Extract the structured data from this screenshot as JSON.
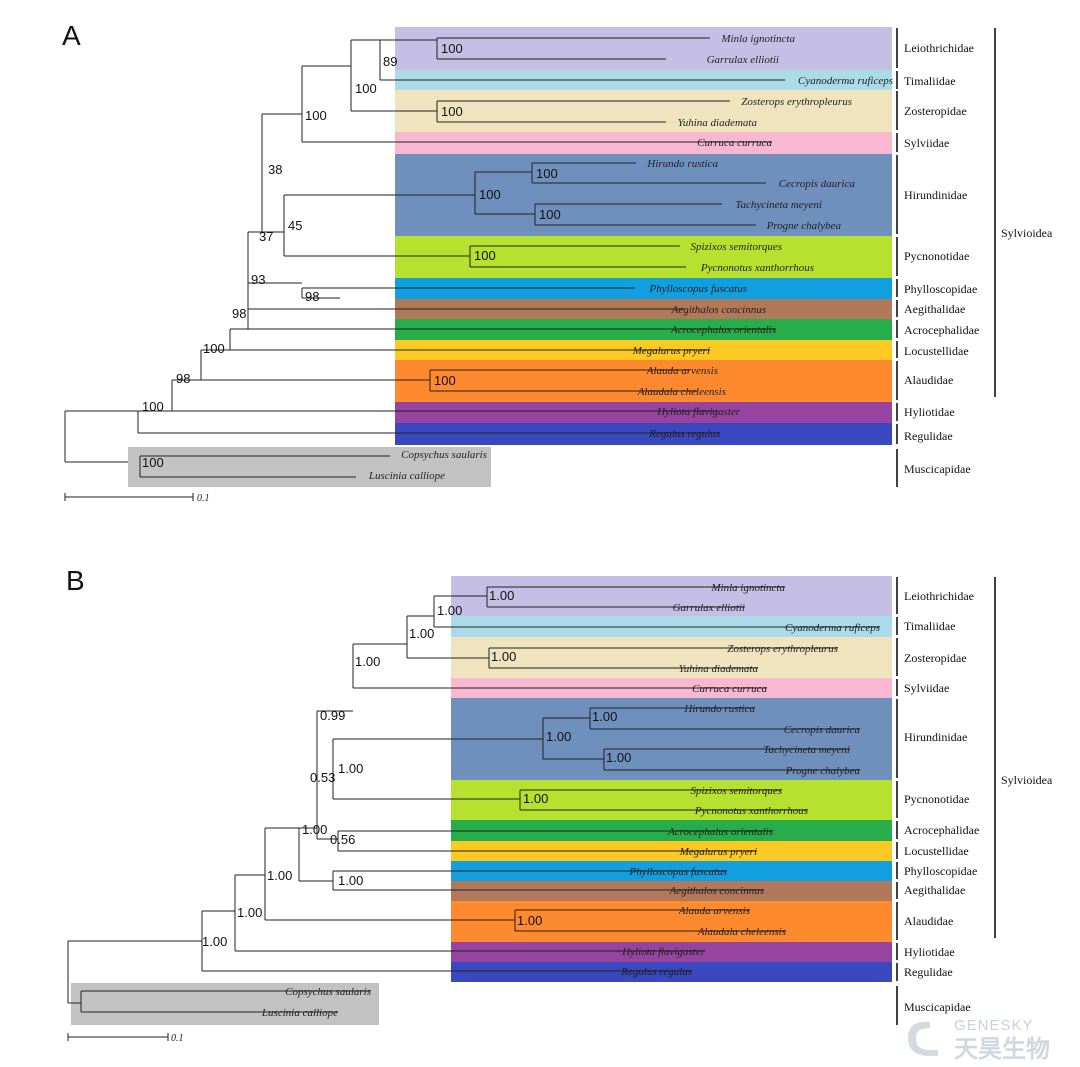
{
  "panels": [
    {
      "label": "A",
      "scale_label": "0.1",
      "superfamily": "Sylvioidea",
      "families": [
        "Leiothrichidae",
        "Timaliidae",
        "Zosteropidae",
        "Sylviidae",
        "Hirundinidae",
        "Pycnonotidae",
        "Phylloscopidae",
        "Aegithalidae",
        "Acrocephalidae",
        "Locustellidae",
        "Alaudidae",
        "Hyliotidae",
        "Regulidae",
        "Muscicapidae"
      ],
      "species": [
        "Minla ignotincta",
        "Garrulax elliotii",
        "Cyanoderma ruficeps",
        "Zosterops erythropleurus",
        "Yuhina diademata",
        "Curruca curruca",
        "Hirundo rustica",
        "Cecropis daurica",
        "Tachycineta meyeni",
        "Progne chalybea",
        "Spizixos semitorques",
        "Pycnonotus xanthorrhous",
        "Phylloscopus fuscatus",
        "Aegithalos concinnus",
        "Acrocephalus orientalis",
        "Megalurus pryeri",
        "Alauda arvensis",
        "Alaudala cheleensis",
        "Hyliota flavigaster",
        "Regulus regulus",
        "Copsychus saularis",
        "Luscinia calliope"
      ],
      "support": [
        "100",
        "89",
        "100",
        "100",
        "100",
        "38",
        "100",
        "100",
        "100",
        "45",
        "100",
        "37",
        "98",
        "93",
        "98",
        "100",
        "100",
        "98",
        "100",
        "100"
      ]
    },
    {
      "label": "B",
      "scale_label": "0.1",
      "superfamily": "Sylvioidea",
      "families": [
        "Leiothrichidae",
        "Timaliidae",
        "Zosteropidae",
        "Sylviidae",
        "Hirundinidae",
        "Pycnonotidae",
        "Acrocephalidae",
        "Locustellidae",
        "Phylloscopidae",
        "Aegithalidae",
        "Alaudidae",
        "Hyliotidae",
        "Regulidae",
        "Muscicapidae"
      ],
      "species": [
        "Minla ignotincta",
        "Garrulax elliotii",
        "Cyanoderma ruficeps",
        "Zosterops erythropleurus",
        "Yuhina diademata",
        "Curruca curruca",
        "Hirundo rustica",
        "Cecropis daurica",
        "Tachycineta meyeni",
        "Progne chalybea",
        "Spizixos semitorques",
        "Pycnonotus xanthorrhous",
        "Acrocephalus orientalis",
        "Megalurus pryeri",
        "Phylloscopus fuscatus",
        "Aegithalos concinnus",
        "Alauda arvensis",
        "Alaudala cheleensis",
        "Hyliota flavigaster",
        "Regulus regulus",
        "Copsychus saularis",
        "Luscinia calliope"
      ],
      "support": [
        "1.00",
        "1.00",
        "1.00",
        "1.00",
        "1.00",
        "0.99",
        "1.00",
        "1.00",
        "1.00",
        "1.00",
        "1.00",
        "0.53",
        "0.56",
        "1.00",
        "1.00",
        "1.00",
        "1.00",
        "1.00",
        "1.00"
      ]
    }
  ],
  "colors": {
    "Leiothrichidae": "#c5bfe6",
    "Timaliidae": "#abdbe9",
    "Zosteropidae": "#efe4bd",
    "Sylviidae": "#f7b8d0",
    "Hirundinidae": "#6f8fbd",
    "Pycnonotidae": "#b6e22f",
    "Phylloscopidae": "#129fe0",
    "Aegithalidae": "#b1785a",
    "Acrocephalidae": "#27ad49",
    "Locustellidae": "#fdca23",
    "Alaudidae": "#fd8a2f",
    "Hyliotidae": "#96449f",
    "Regulidae": "#3948bf",
    "Muscicapidae": "#c2c2c2"
  },
  "watermark": {
    "brand": "GENESKY",
    "cn": "天昊生物"
  }
}
